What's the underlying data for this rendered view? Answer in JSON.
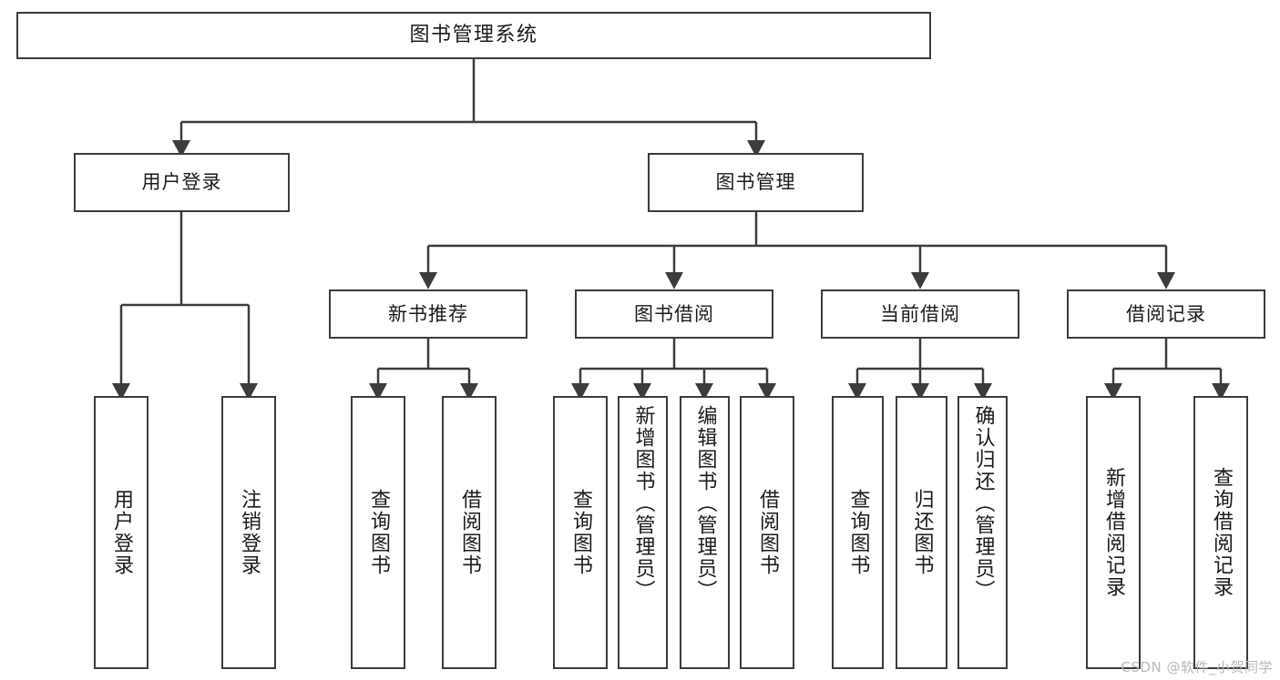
{
  "diagram": {
    "title": "图书管理系统",
    "type": "hierarchy-tree",
    "stroke_color": "#3c3c3c",
    "fill_color": "#ffffff",
    "background": "#ffffff",
    "watermark": "CSDN @软件_小贺同学"
  },
  "nodes": {
    "root": {
      "label": "图书管理系统"
    },
    "level1": [
      {
        "id": "user-login",
        "label": "用户登录"
      },
      {
        "id": "book-manage",
        "label": "图书管理"
      }
    ],
    "level2": [
      {
        "id": "new-book-recommend",
        "label": "新书推荐"
      },
      {
        "id": "book-borrow",
        "label": "图书借阅"
      },
      {
        "id": "current-borrow",
        "label": "当前借阅"
      },
      {
        "id": "borrow-record",
        "label": "借阅记录"
      }
    ],
    "leaves": {
      "user_login": [
        {
          "id": "leaf-user-login",
          "label": "用户登录"
        },
        {
          "id": "leaf-logout-login",
          "label": "注销登录"
        }
      ],
      "new_book_recommend": [
        {
          "id": "leaf-query-book-1",
          "label": "查询图书"
        },
        {
          "id": "leaf-borrow-book-1",
          "label": "借阅图书"
        }
      ],
      "book_borrow": [
        {
          "id": "leaf-query-book-2",
          "label": "查询图书"
        },
        {
          "id": "leaf-add-book",
          "label": "新增图书（管理员）"
        },
        {
          "id": "leaf-edit-book",
          "label": "编辑图书（管理员）"
        },
        {
          "id": "leaf-borrow-book-2",
          "label": "借阅图书"
        }
      ],
      "current_borrow": [
        {
          "id": "leaf-query-book-3",
          "label": "查询图书"
        },
        {
          "id": "leaf-return-book",
          "label": "归还图书"
        },
        {
          "id": "leaf-confirm-return",
          "label": "确认归还（管理员）"
        }
      ],
      "borrow_record": [
        {
          "id": "leaf-add-record",
          "label": "新增借阅记录"
        },
        {
          "id": "leaf-query-record",
          "label": "查询借阅记录"
        }
      ]
    }
  }
}
